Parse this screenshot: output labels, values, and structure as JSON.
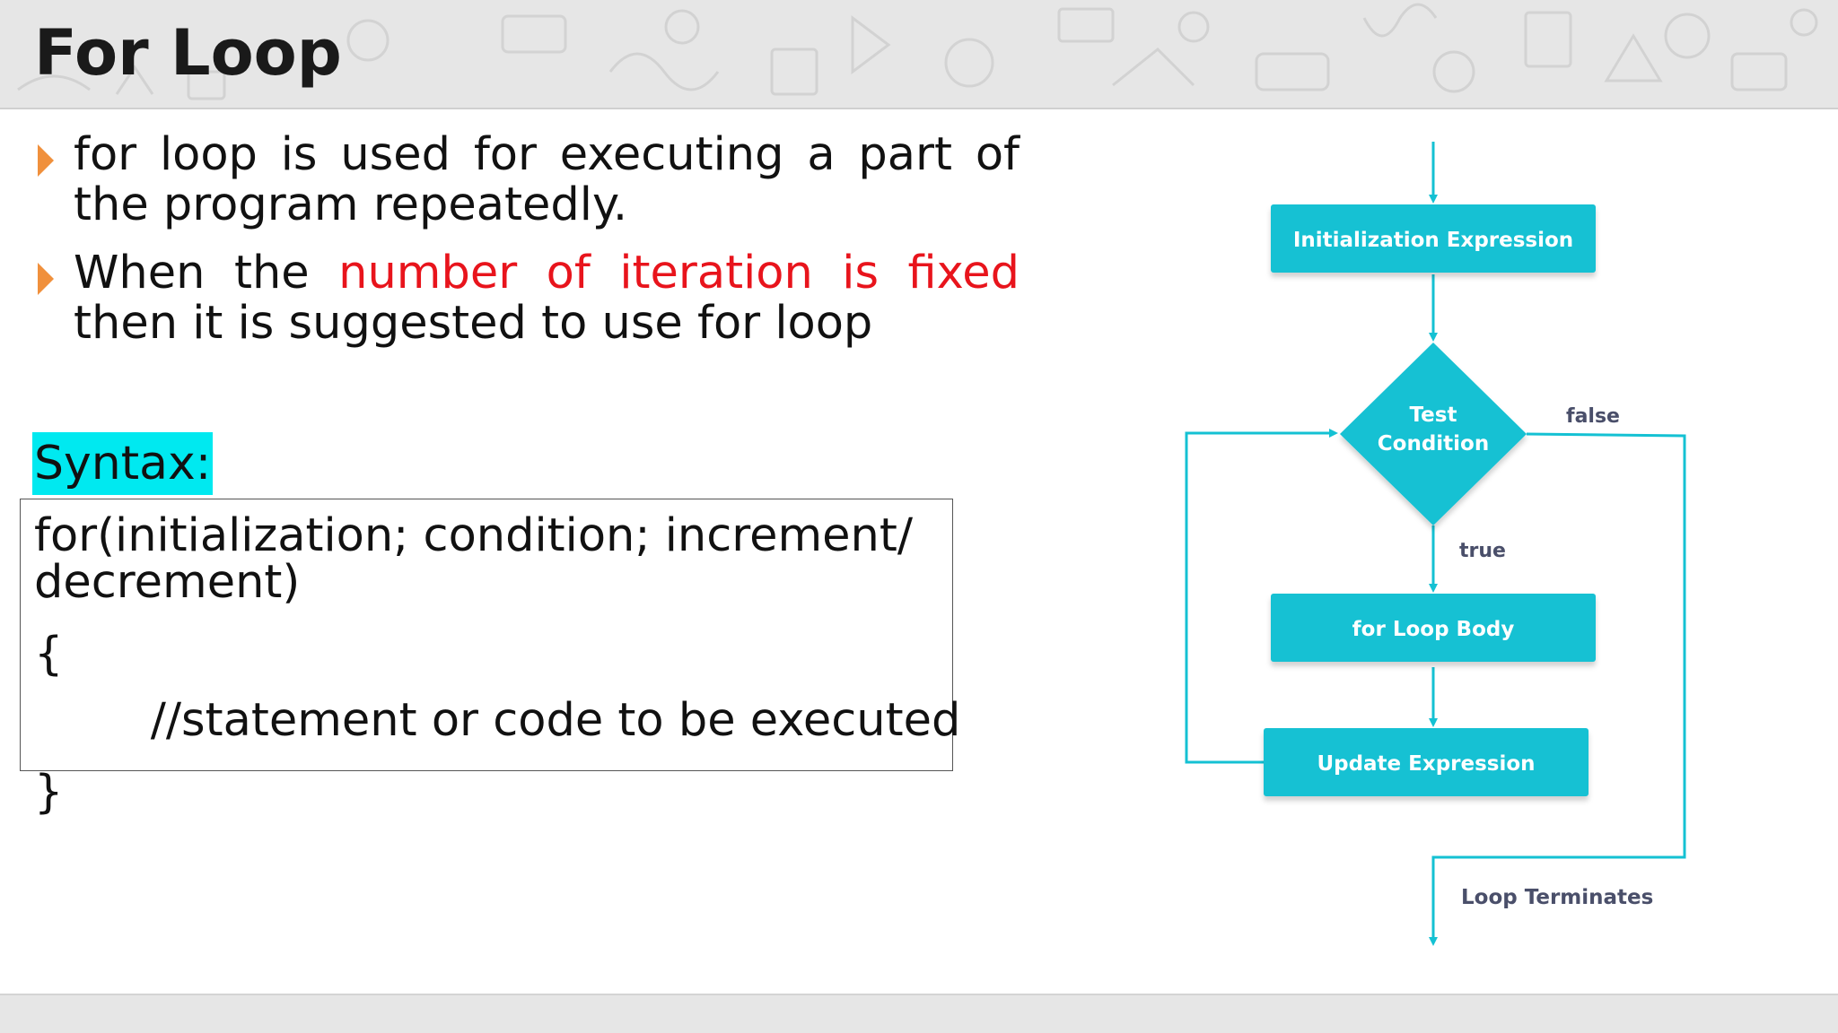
{
  "slide": {
    "title": "For Loop"
  },
  "bullets": [
    {
      "text_before": "for loop is used for executing a part of the program repeatedly.",
      "text_highlight": "",
      "text_after": ""
    },
    {
      "text_before": "When the ",
      "text_highlight": "number of iteration is fixed",
      "text_after": " then it is suggested to use for loop"
    }
  ],
  "syntax": {
    "label": "Syntax:",
    "code_lines": [
      "for(initialization; condition; increment/",
      "decrement)",
      "{",
      "        //statement or code to be executed",
      "}"
    ]
  },
  "flowchart": {
    "init_label": "Initialization Expression",
    "test_label_line1": "Test",
    "test_label_line2": "Condition",
    "false_label": "false",
    "true_label": "true",
    "body_label": "for Loop Body",
    "update_label": "Update Expression",
    "terminate_label": "Loop Terminates"
  },
  "colors": {
    "accent_cyan": "#14c1d3",
    "arrow_bullet": "#f0903c",
    "highlight_red": "#e8141c",
    "syntax_highlight": "#00e9f0",
    "flow_text_dark": "#4a4f6a"
  }
}
